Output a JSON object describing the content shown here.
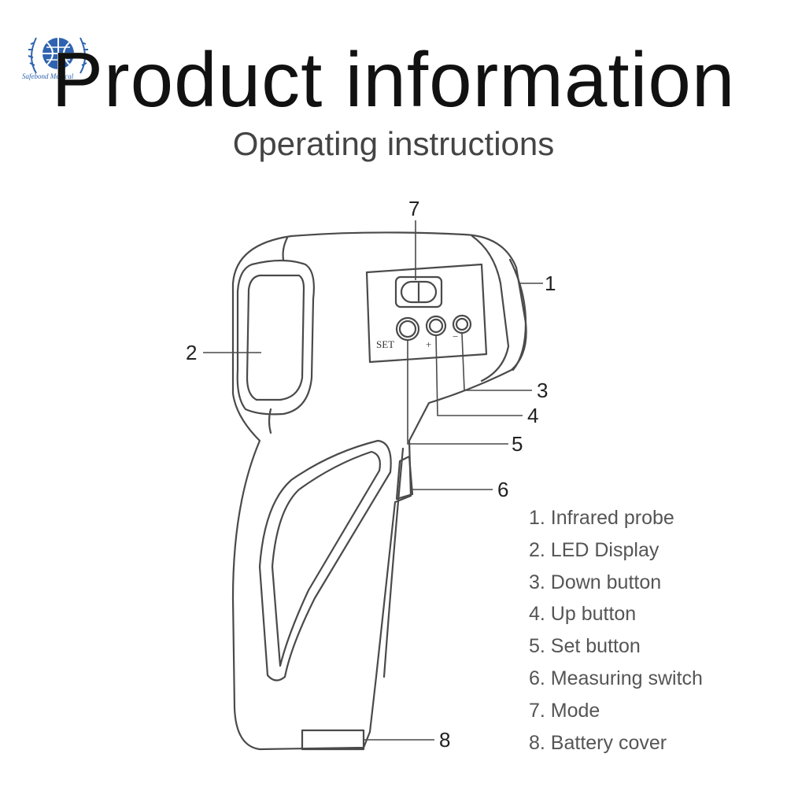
{
  "header": {
    "title": "Product information",
    "subtitle": "Operating instructions",
    "logo_text": "Safebond Medical"
  },
  "diagram": {
    "button_labels": {
      "set": "SET",
      "up": "+",
      "down": "−"
    },
    "callouts": [
      "1",
      "2",
      "3",
      "4",
      "5",
      "6",
      "7",
      "8"
    ]
  },
  "legend": {
    "items": [
      "1. Infrared probe",
      "2. LED Display",
      "3. Down button",
      "4. Up button",
      "5. Set button",
      "6. Measuring switch",
      "7. Mode",
      "8. Battery cover"
    ]
  },
  "colors": {
    "line": "#4a4a4a",
    "logo_blue": "#2f63b0"
  }
}
